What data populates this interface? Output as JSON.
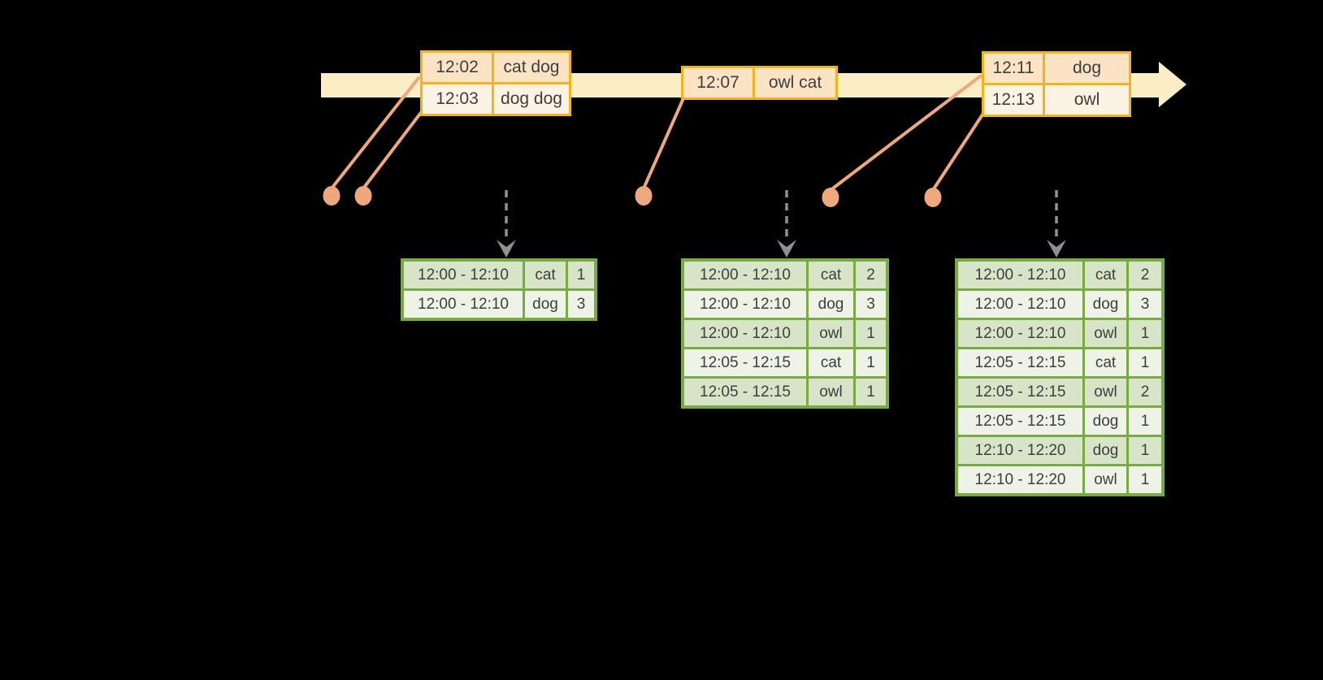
{
  "colors": {
    "background": "#000000",
    "timeline_band": "#fbedc5",
    "event_border": "#f0b41c",
    "event_row_dark": "#fbe3c4",
    "event_row_light": "#fdf3e5",
    "connector": "#efa87b",
    "result_border": "#7aaa45",
    "result_row_dark": "#d8e4c8",
    "result_row_light": "#eef2e7",
    "gray_arrow": "#8e9092",
    "text": "#3e3e3e"
  },
  "event_tables": [
    {
      "rows": [
        [
          "12:02",
          "cat dog"
        ],
        [
          "12:03",
          "dog dog"
        ]
      ]
    },
    {
      "rows": [
        [
          "12:07",
          "owl cat"
        ]
      ]
    },
    {
      "rows": [
        [
          "12:11",
          "dog"
        ],
        [
          "12:13",
          "owl"
        ]
      ]
    }
  ],
  "result_tables": [
    {
      "rows": [
        [
          "12:00 - 12:10",
          "cat",
          "1"
        ],
        [
          "12:00 - 12:10",
          "dog",
          "3"
        ]
      ]
    },
    {
      "rows": [
        [
          "12:00 - 12:10",
          "cat",
          "2"
        ],
        [
          "12:00 - 12:10",
          "dog",
          "3"
        ],
        [
          "12:00 - 12:10",
          "owl",
          "1"
        ],
        [
          "12:05 - 12:15",
          "cat",
          "1"
        ],
        [
          "12:05 - 12:15",
          "owl",
          "1"
        ]
      ]
    },
    {
      "rows": [
        [
          "12:00 - 12:10",
          "cat",
          "2"
        ],
        [
          "12:00 - 12:10",
          "dog",
          "3"
        ],
        [
          "12:00 - 12:10",
          "owl",
          "1"
        ],
        [
          "12:05 - 12:15",
          "cat",
          "1"
        ],
        [
          "12:05 - 12:15",
          "owl",
          "2"
        ],
        [
          "12:05 - 12:15",
          "dog",
          "1"
        ],
        [
          "12:10 - 12:20",
          "dog",
          "1"
        ],
        [
          "12:10 - 12:20",
          "owl",
          "1"
        ]
      ]
    }
  ]
}
